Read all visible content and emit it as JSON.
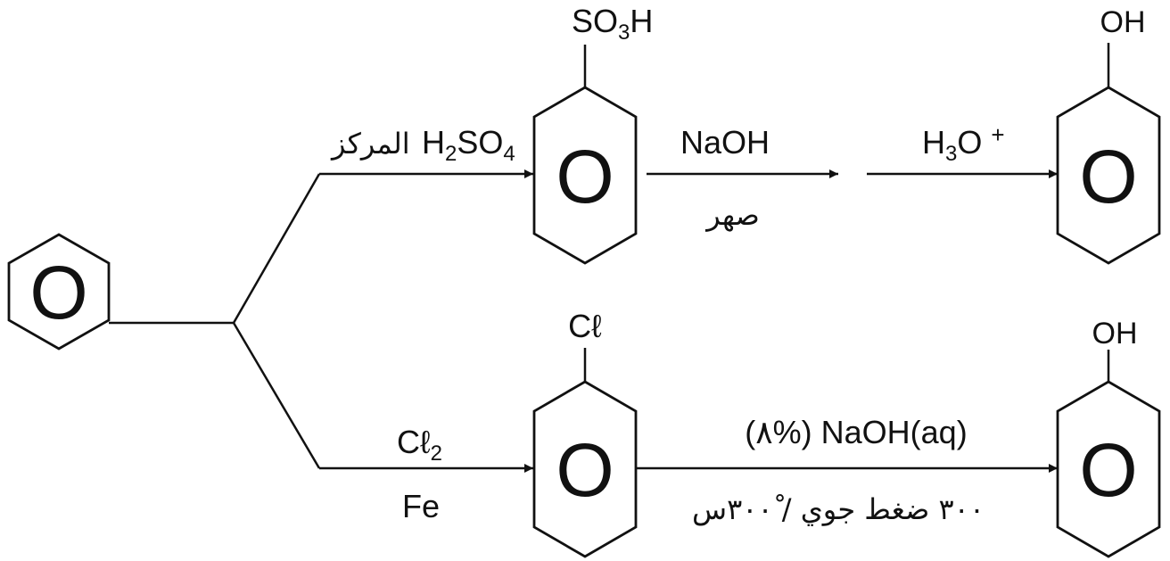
{
  "top_route": {
    "reagent_acid": "H2SO4",
    "reagent_acid_qualifier": "المركز",
    "intermediate_substituent": "SO3H",
    "step2_reagent": "NaOH",
    "step2_condition": "صهر",
    "step3_reagent": "H3O +",
    "product_substituent": "OH"
  },
  "bottom_route": {
    "reagent_halogen": "Cℓ2",
    "catalyst": "Fe",
    "intermediate_substituent": "Cℓ",
    "step2_reagent": "(٨%) NaOH(aq)",
    "step2_condition": "٣٠٠ ضغط جوي / ٣٠٠ْس",
    "product_substituent": "OH"
  },
  "ring_center_glyph": "O",
  "colors": {
    "ink": "#111111",
    "background": "#ffffff"
  }
}
